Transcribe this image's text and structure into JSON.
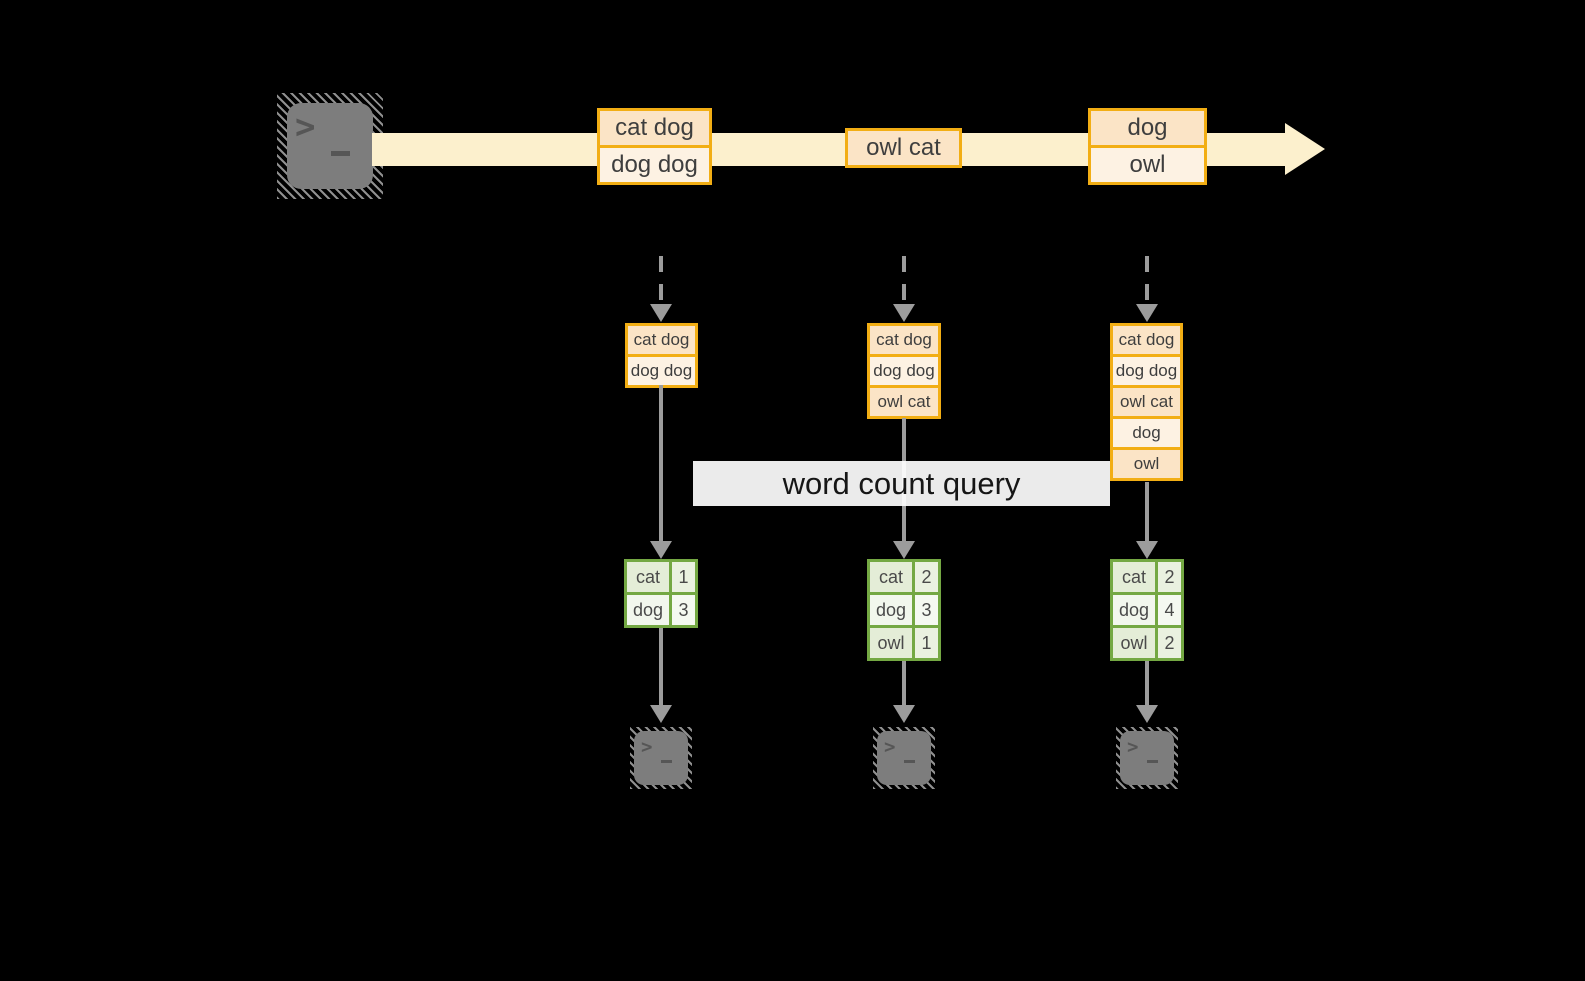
{
  "query_band": {
    "label": "word count query"
  },
  "stream": {
    "source_icon": "terminal-icon",
    "batches": [
      {
        "cells": [
          "cat dog",
          "dog dog"
        ]
      },
      {
        "cells": [
          "owl cat"
        ]
      },
      {
        "cells": [
          "dog",
          "owl"
        ]
      }
    ]
  },
  "stages": [
    {
      "buffer": [
        "cat dog",
        "dog dog"
      ],
      "counts": [
        {
          "word": "cat",
          "value": "1"
        },
        {
          "word": "dog",
          "value": "3"
        }
      ],
      "sink_icon": "terminal-icon"
    },
    {
      "buffer": [
        "cat dog",
        "dog dog",
        "owl cat"
      ],
      "counts": [
        {
          "word": "cat",
          "value": "2"
        },
        {
          "word": "dog",
          "value": "3"
        },
        {
          "word": "owl",
          "value": "1"
        }
      ],
      "sink_icon": "terminal-icon"
    },
    {
      "buffer": [
        "cat dog",
        "dog dog",
        "owl cat",
        "dog",
        "owl"
      ],
      "counts": [
        {
          "word": "cat",
          "value": "2"
        },
        {
          "word": "dog",
          "value": "4"
        },
        {
          "word": "owl",
          "value": "2"
        }
      ],
      "sink_icon": "terminal-icon"
    }
  ],
  "colors": {
    "background": "#000000",
    "stream_band": "#fcf0cd",
    "record_border": "#f2ae14",
    "record_cell_dark": "#fbe4c6",
    "record_cell_light": "#fdf2e3",
    "table_border": "#74a843",
    "table_cell_dark": "#e4edd7",
    "table_cell_light": "#f2f7ed",
    "arrow": "#9c9c9c",
    "terminal": "#7d7d7d",
    "query_band_bg": "#ffffff",
    "text": "#3e3e3e"
  }
}
